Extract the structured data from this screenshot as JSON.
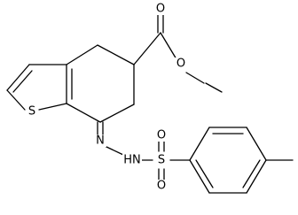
{
  "structure": {
    "atoms": {
      "ester_o_double": "O",
      "ester_o_single": "O",
      "thiophene_s": "S",
      "hydrazone_n": "N",
      "sulfonamide_nh": "HN",
      "sulfonyl_s": "S",
      "sulfonyl_o_top": "O",
      "sulfonyl_o_bottom": "O"
    }
  },
  "colors": {
    "bond": "#000000",
    "label": "#000000",
    "background": "#ffffff"
  }
}
